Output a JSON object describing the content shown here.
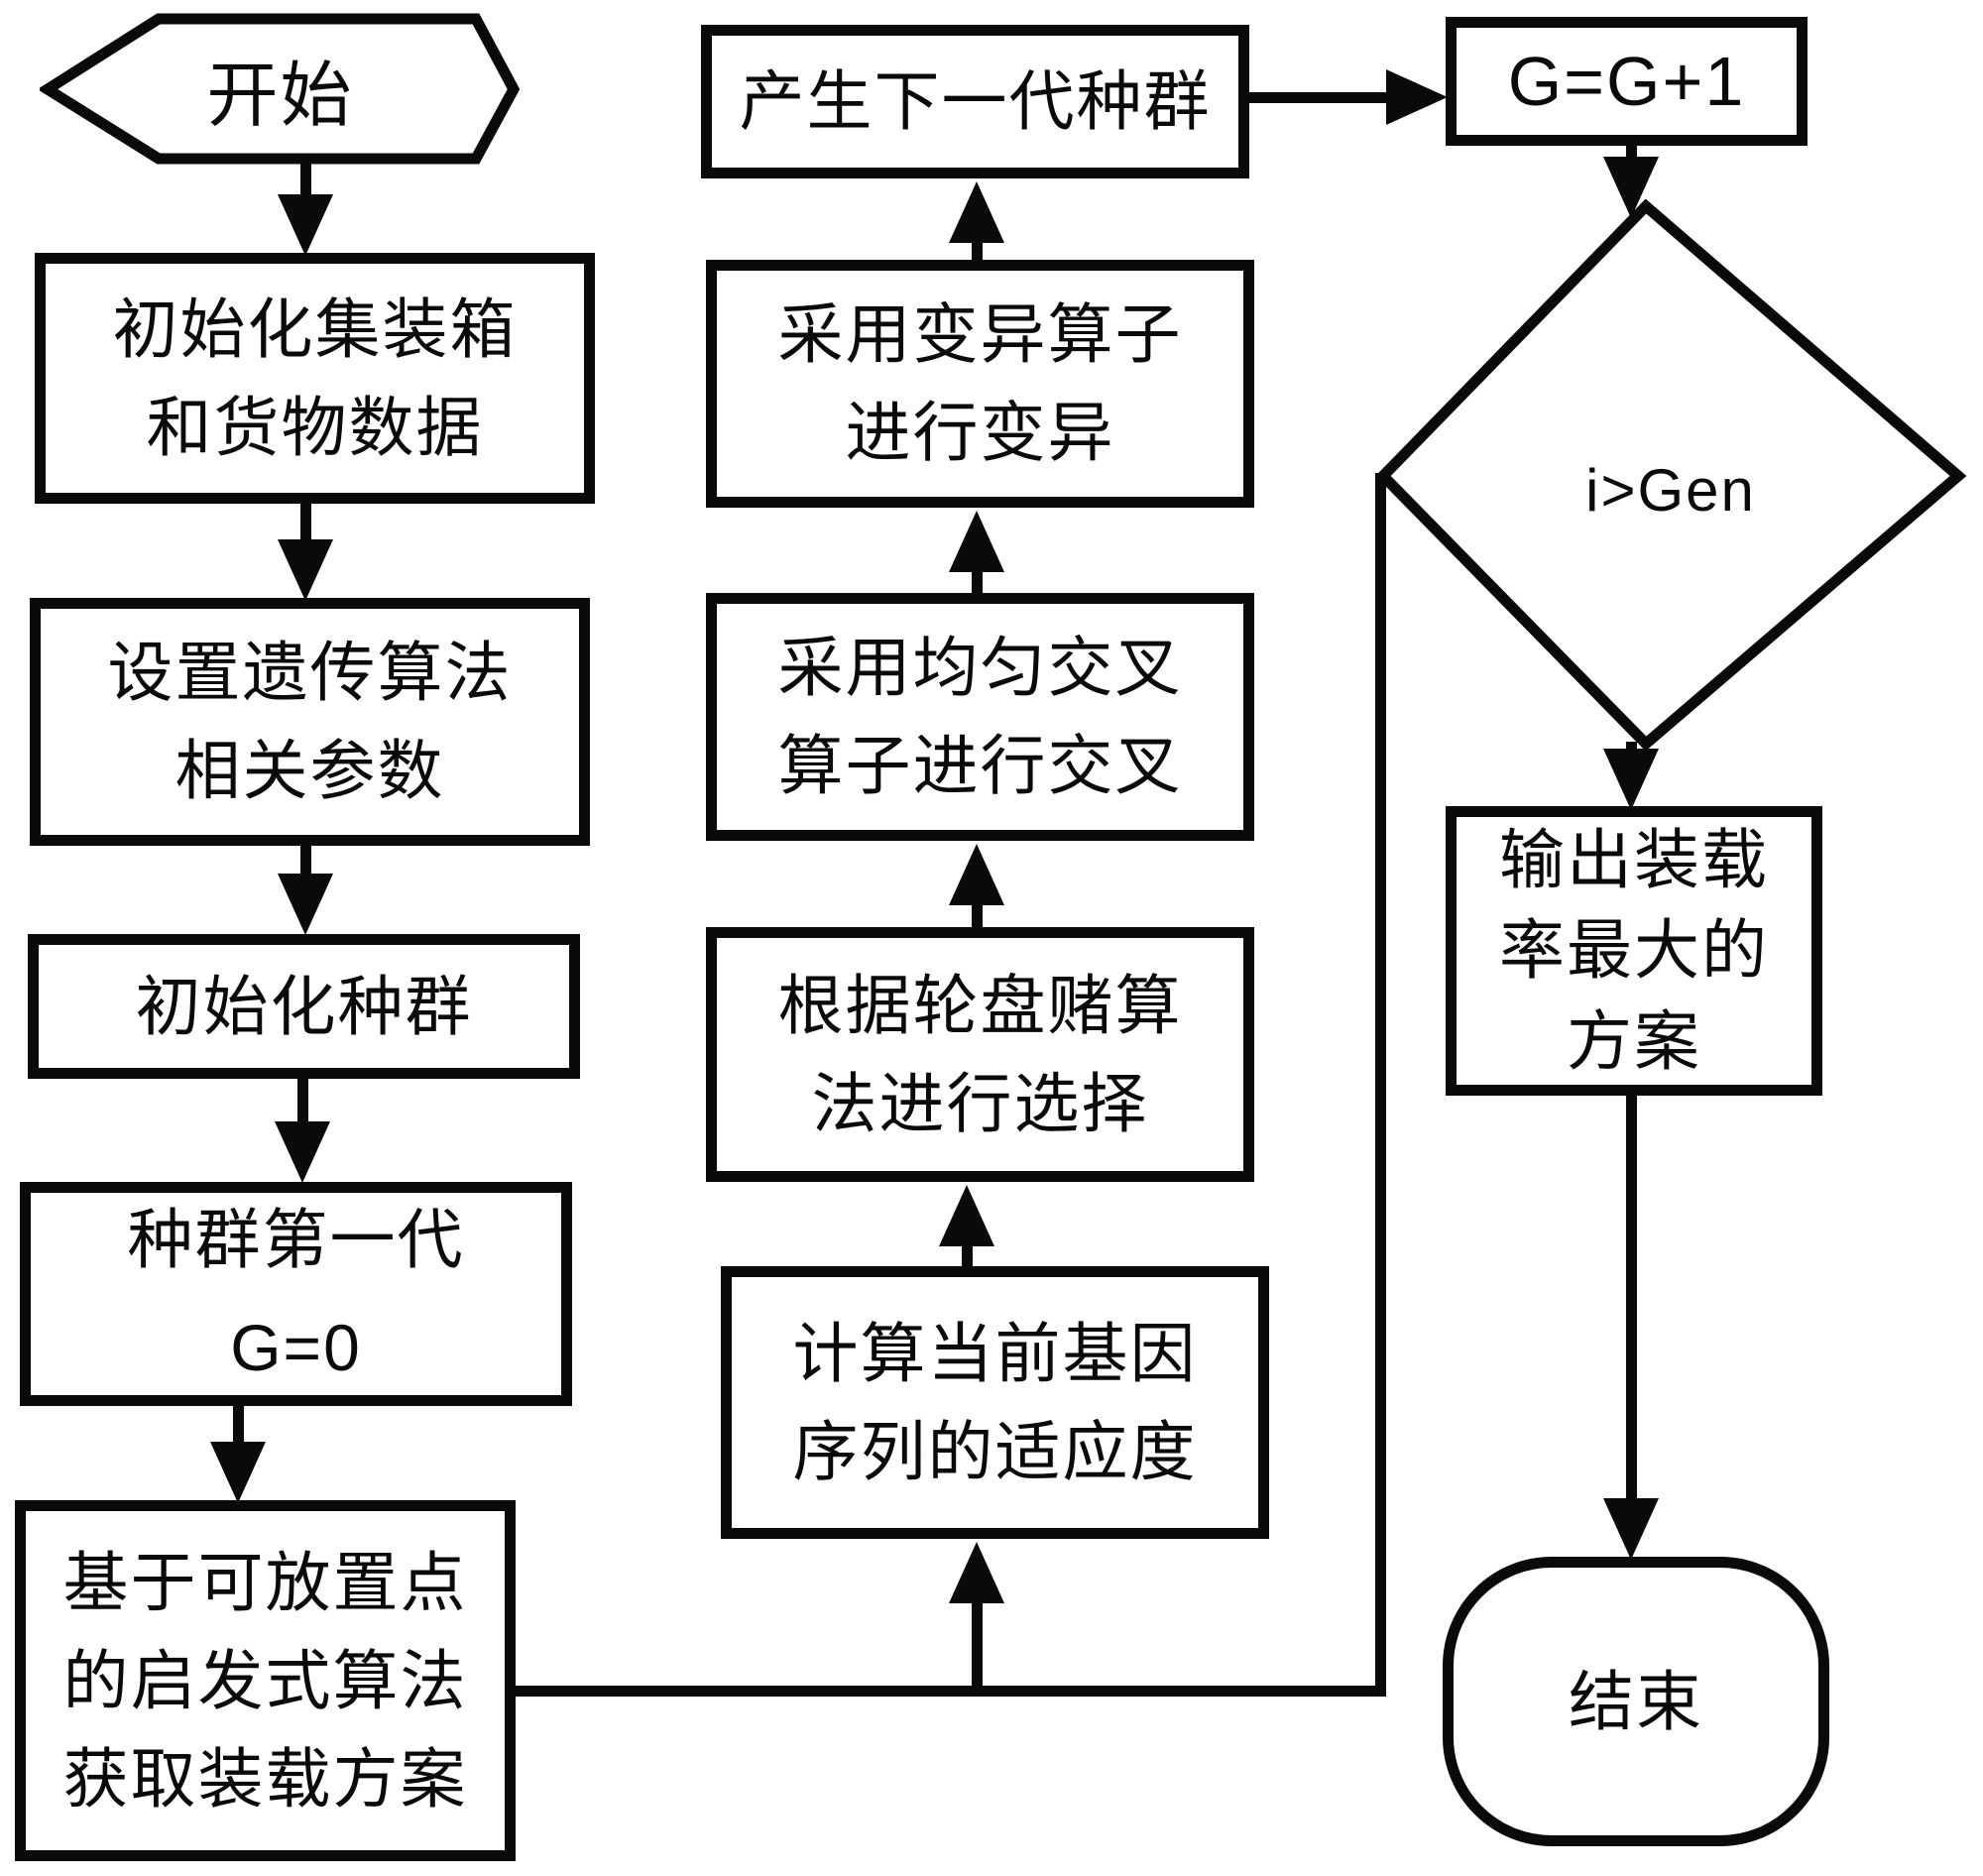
{
  "flowchart": {
    "type": "flowchart",
    "colors": {
      "stroke": "#0a0a0a",
      "background": "#ffffff",
      "text": "#0a0a0a"
    },
    "nodes": {
      "start": {
        "shape": "hexagon",
        "label": "开始"
      },
      "init_data": {
        "shape": "rect",
        "label": "初始化集装箱\n和货物数据"
      },
      "set_params": {
        "shape": "rect",
        "label": "设置遗传算法\n相关参数"
      },
      "init_pop": {
        "shape": "rect",
        "label": "初始化种群"
      },
      "first_gen": {
        "shape": "rect",
        "label": "种群第一代\nG=0"
      },
      "heuristic": {
        "shape": "rect",
        "label": "基于可放置点\n的启发式算法\n获取装载方案"
      },
      "fitness": {
        "shape": "rect",
        "label": "计算当前基因\n序列的适应度"
      },
      "selection": {
        "shape": "rect",
        "label": "根据轮盘赌算\n法进行选择"
      },
      "crossover": {
        "shape": "rect",
        "label": "采用均匀交叉\n算子进行交叉"
      },
      "mutation": {
        "shape": "rect",
        "label": "采用变异算子\n进行变异"
      },
      "next_gen": {
        "shape": "rect",
        "label": "产生下一代种群"
      },
      "increment": {
        "shape": "rect",
        "label": "G=G+1"
      },
      "decision": {
        "shape": "diamond",
        "label": "i>Gen"
      },
      "output": {
        "shape": "rect",
        "label": "输出装载\n率最大的\n方案"
      },
      "end": {
        "shape": "rounded",
        "label": "结束"
      }
    },
    "edges": [
      {
        "from": "start",
        "to": "init_data"
      },
      {
        "from": "init_data",
        "to": "set_params"
      },
      {
        "from": "set_params",
        "to": "init_pop"
      },
      {
        "from": "init_pop",
        "to": "first_gen"
      },
      {
        "from": "first_gen",
        "to": "heuristic"
      },
      {
        "from": "heuristic",
        "to": "fitness"
      },
      {
        "from": "fitness",
        "to": "selection"
      },
      {
        "from": "selection",
        "to": "crossover"
      },
      {
        "from": "crossover",
        "to": "mutation"
      },
      {
        "from": "mutation",
        "to": "next_gen"
      },
      {
        "from": "next_gen",
        "to": "increment"
      },
      {
        "from": "increment",
        "to": "decision"
      },
      {
        "from": "decision",
        "to": "output"
      },
      {
        "from": "decision",
        "to": "fitness"
      },
      {
        "from": "output",
        "to": "end"
      }
    ]
  }
}
